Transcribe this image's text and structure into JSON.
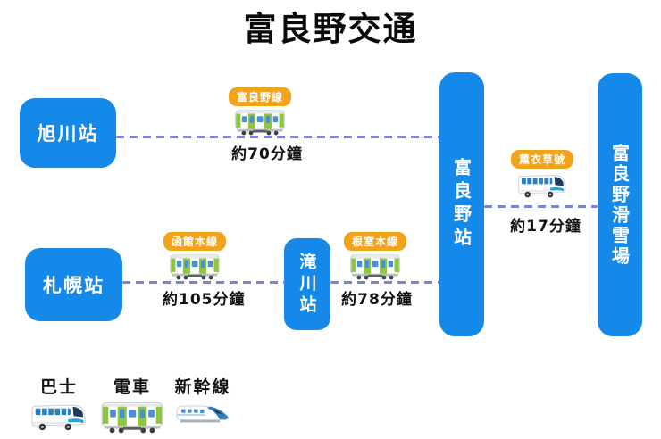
{
  "title": "富良野交通",
  "stations": {
    "asahikawa": {
      "label": "旭川站"
    },
    "sapporo": {
      "label": "札幌站"
    },
    "takikawa": {
      "label": "滝川站"
    },
    "furano": {
      "label": "富良野站"
    },
    "ski_resort": {
      "label": "富良野滑雪場"
    }
  },
  "routes": {
    "furano_line": {
      "line": "富良野線",
      "duration": "約70分鐘",
      "mode": "train",
      "from": "旭川站",
      "to": "富良野站"
    },
    "hakodate_line": {
      "line": "函館本線",
      "duration": "約105分鐘",
      "mode": "train",
      "from": "札幌站",
      "to": "滝川站"
    },
    "nemuro_line": {
      "line": "根室本線",
      "duration": "約78分鐘",
      "mode": "train",
      "from": "滝川站",
      "to": "富良野站"
    },
    "lavender_bus": {
      "line": "薰衣草號",
      "duration": "約17分鐘",
      "mode": "bus",
      "from": "富良野站",
      "to": "富良野滑雪場"
    }
  },
  "legend": {
    "bus": {
      "label": "巴士",
      "icon": "bus-icon"
    },
    "train": {
      "label": "電車",
      "icon": "train-icon"
    },
    "shinkansen": {
      "label": "新幹線",
      "icon": "shinkansen-icon"
    }
  },
  "colors": {
    "station_blue": "#1489e9",
    "badge_orange": "#f2a31c",
    "route_dash": "#7b83d4",
    "train_green": "#8dc63f",
    "window_blue": "#4a90d9"
  }
}
